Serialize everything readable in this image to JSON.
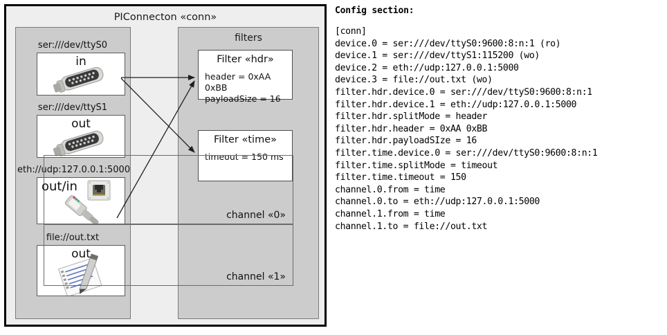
{
  "diagram": {
    "title": "PIConnecton «conn»",
    "devices_panel": {
      "title": "",
      "items": [
        {
          "label": "ser:///dev/ttyS0",
          "direction": "in",
          "icon": "serial-port-icon"
        },
        {
          "label": "ser:///dev/ttyS1",
          "direction": "out",
          "icon": "serial-port-icon"
        },
        {
          "label": "eth://udp:127.0.0.1:5000",
          "direction": "out/in",
          "icon": "ethernet-jack-icon"
        },
        {
          "label": "file://out.txt",
          "direction": "out",
          "icon": "text-file-icon"
        }
      ]
    },
    "filters_panel": {
      "title": "filters",
      "filters": [
        {
          "title": "Filter «hdr»",
          "props": [
            "header = 0xAA 0xBB",
            "payloadSize = 16"
          ]
        },
        {
          "title": "Filter «time»",
          "props": [
            "timeout = 150 ms"
          ]
        }
      ],
      "channels": [
        {
          "label": "channel «0»"
        },
        {
          "label": "channel «1»"
        }
      ]
    }
  },
  "config": {
    "heading": "Config section:",
    "text": "[conn]\ndevice.0 = ser:///dev/ttyS0:9600:8:n:1 (ro)\ndevice.1 = ser:///dev/ttyS1:115200 (wo)\ndevice.2 = eth://udp:127.0.0.1:5000\ndevice.3 = file://out.txt (wo)\nfilter.hdr.device.0 = ser:///dev/ttyS0:9600:8:n:1\nfilter.hdr.device.1 = eth://udp:127.0.0.1:5000\nfilter.hdr.splitMode = header\nfilter.hdr.header = 0xAA 0xBB\nfilter.hdr.payloadSIze = 16\nfilter.time.device.0 = ser:///dev/ttyS0:9600:8:n:1\nfilter.time.splitMode = timeout\nfilter.time.timeout = 150\nchannel.0.from = time\nchannel.0.to = eth://udp:127.0.0.1:5000\nchannel.1.from = time\nchannel.1.to = file://out.txt"
  },
  "colors": {
    "page_background": "#ffffff",
    "outer_frame": "#eeeeee",
    "panel_fill": "#cccccc",
    "box_fill": "#ffffff",
    "line": "#333333"
  }
}
